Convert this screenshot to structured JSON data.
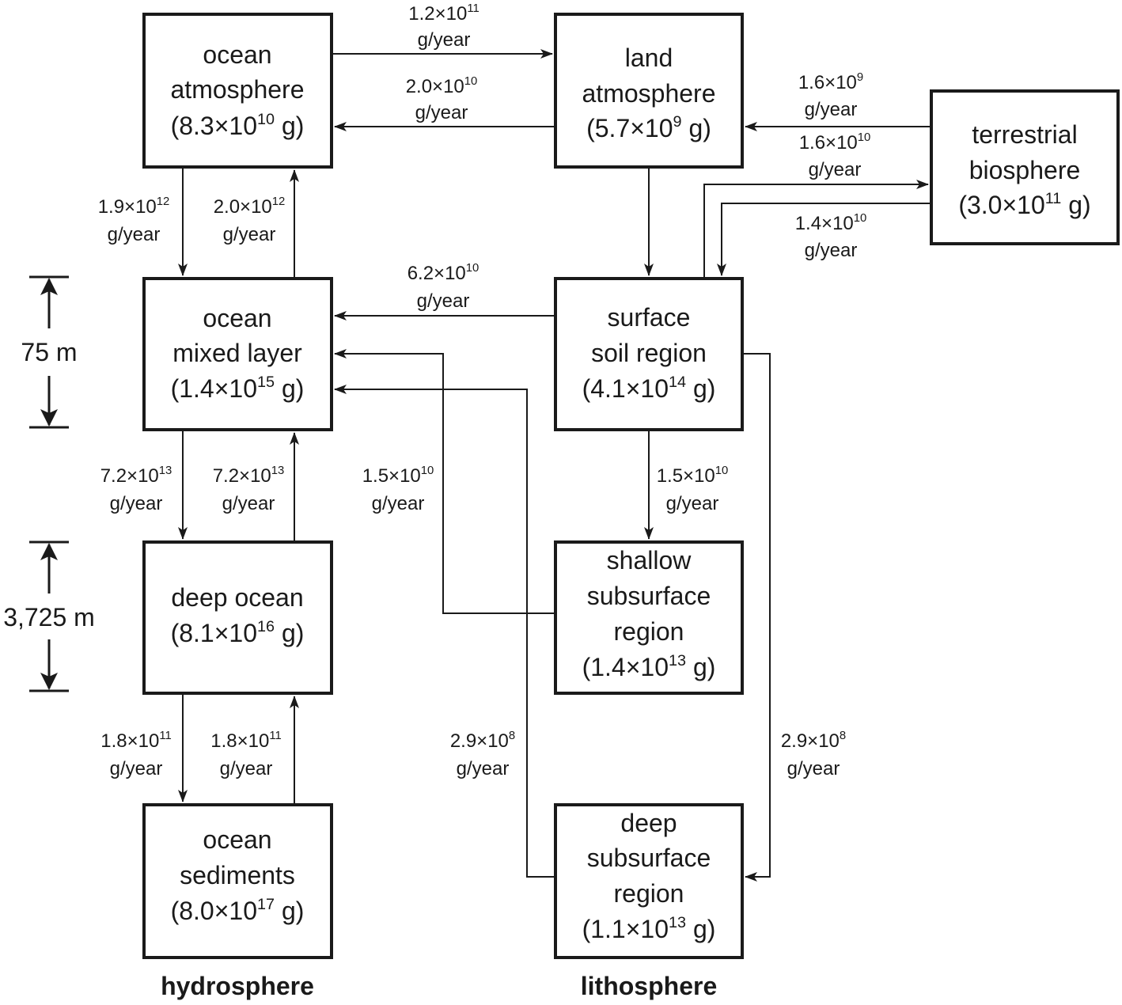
{
  "boxes": {
    "ocean_atmosphere": {
      "line1": "ocean",
      "line2": "atmosphere",
      "mass": "(8.3×10",
      "exp": "10",
      "unit": " g)"
    },
    "land_atmosphere": {
      "line1": "land",
      "line2": "atmosphere",
      "mass": "(5.7×10",
      "exp": "9",
      "unit": " g)"
    },
    "terrestrial_biosphere": {
      "line1": "terrestrial",
      "line2": "biosphere",
      "mass": "(3.0×10",
      "exp": "11",
      "unit": " g)"
    },
    "ocean_mixed_layer": {
      "line1": "ocean",
      "line2": "mixed layer",
      "mass": "(1.4×10",
      "exp": "15",
      "unit": " g)"
    },
    "surface_soil": {
      "line1": "surface",
      "line2": "soil region",
      "mass": "(4.1×10",
      "exp": "14",
      "unit": " g)"
    },
    "deep_ocean": {
      "line1": "deep ocean",
      "mass": "(8.1×10",
      "exp": "16",
      "unit": " g)"
    },
    "shallow_subsurface": {
      "line1": "shallow",
      "line2": "subsurface",
      "line3": "region",
      "mass": "(1.4×10",
      "exp": "13",
      "unit": " g)"
    },
    "ocean_sediments": {
      "line1": "ocean",
      "line2": "sediments",
      "mass": "(8.0×10",
      "exp": "17",
      "unit": " g)"
    },
    "deep_subsurface": {
      "line1": "deep",
      "line2": "subsurface",
      "line3": "region",
      "mass": "(1.1×10",
      "exp": "13",
      "unit": " g)"
    }
  },
  "flows": {
    "oa_to_la": {
      "base": "1.2×10",
      "exp": "11",
      "unit": "g/year"
    },
    "la_to_oa": {
      "base": "2.0×10",
      "exp": "10",
      "unit": "g/year"
    },
    "tb_to_la": {
      "base": "1.6×10",
      "exp": "9",
      "unit": "g/year"
    },
    "ss_to_tb": {
      "base": "1.6×10",
      "exp": "10",
      "unit": "g/year"
    },
    "tb_to_ss": {
      "base": "1.4×10",
      "exp": "10",
      "unit": "g/year"
    },
    "oa_to_ml": {
      "base": "1.9×10",
      "exp": "12",
      "unit": "g/year"
    },
    "ml_to_oa": {
      "base": "2.0×10",
      "exp": "12",
      "unit": "g/year"
    },
    "ss_to_ml": {
      "base": "6.2×10",
      "exp": "10",
      "unit": "g/year"
    },
    "ml_to_do": {
      "base": "7.2×10",
      "exp": "13",
      "unit": "g/year"
    },
    "do_to_ml": {
      "base": "7.2×10",
      "exp": "13",
      "unit": "g/year"
    },
    "shs_to_ml": {
      "base": "1.5×10",
      "exp": "10",
      "unit": "g/year"
    },
    "ss_to_shs": {
      "base": "1.5×10",
      "exp": "10",
      "unit": "g/year"
    },
    "do_to_os": {
      "base": "1.8×10",
      "exp": "11",
      "unit": "g/year"
    },
    "os_to_do": {
      "base": "1.8×10",
      "exp": "11",
      "unit": "g/year"
    },
    "dss_to_ml": {
      "base": "2.9×10",
      "exp": "8",
      "unit": "g/year"
    },
    "ss_to_dss": {
      "base": "2.9×10",
      "exp": "8",
      "unit": "g/year"
    }
  },
  "depths": {
    "mixed_layer": "75 m",
    "deep_ocean": "3,725 m"
  },
  "groups": {
    "hydrosphere": "hydrosphere",
    "lithosphere": "lithosphere"
  }
}
